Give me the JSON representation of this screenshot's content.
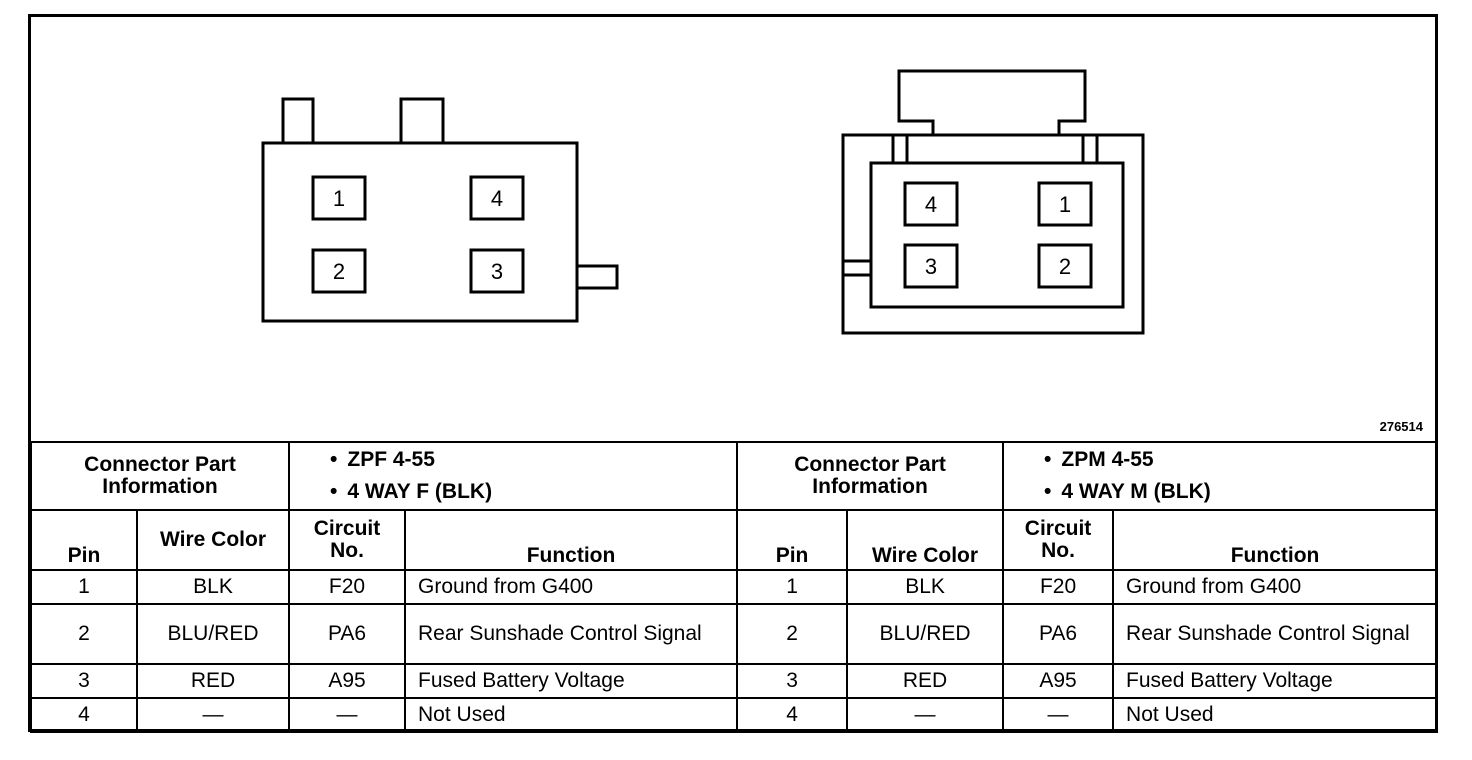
{
  "figure_id": "276514",
  "left_connector": {
    "pins": {
      "p1": "1",
      "p2": "2",
      "p3": "3",
      "p4": "4"
    },
    "part_info_label": "Connector Part Information",
    "part_info": [
      "ZPF 4-55",
      "4 WAY F (BLK)"
    ],
    "headers": {
      "pin": "Pin",
      "wire_color": "Wire Color",
      "circuit": "Circuit No.",
      "function": "Function"
    },
    "rows": [
      {
        "pin": "1",
        "wire": "BLK",
        "circuit": "F20",
        "function": "Ground from G400"
      },
      {
        "pin": "2",
        "wire": "BLU/RED",
        "circuit": "PA6",
        "function": "Rear Sunshade Control Signal"
      },
      {
        "pin": "3",
        "wire": "RED",
        "circuit": "A95",
        "function": "Fused Battery Voltage"
      },
      {
        "pin": "4",
        "wire": "—",
        "circuit": "—",
        "function": "Not Used"
      }
    ]
  },
  "right_connector": {
    "pins": {
      "p1": "1",
      "p2": "2",
      "p3": "3",
      "p4": "4"
    },
    "part_info_label": "Connector Part Information",
    "part_info": [
      "ZPM 4-55",
      "4 WAY M (BLK)"
    ],
    "headers": {
      "pin": "Pin",
      "wire_color": "Wire Color",
      "circuit": "Circuit No.",
      "function": "Function"
    },
    "rows": [
      {
        "pin": "1",
        "wire": "BLK",
        "circuit": "F20",
        "function": "Ground from G400"
      },
      {
        "pin": "2",
        "wire": "BLU/RED",
        "circuit": "PA6",
        "function": "Rear Sunshade Control Signal"
      },
      {
        "pin": "3",
        "wire": "RED",
        "circuit": "A95",
        "function": "Fused Battery Voltage"
      },
      {
        "pin": "4",
        "wire": "—",
        "circuit": "—",
        "function": "Not Used"
      }
    ]
  }
}
